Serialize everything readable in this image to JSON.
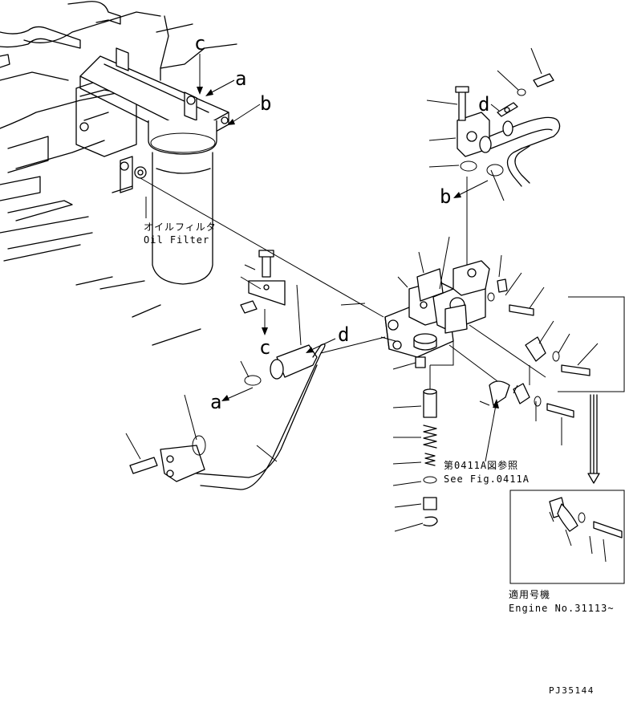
{
  "labels": {
    "a": "a",
    "b": "b",
    "c": "c",
    "d": "d"
  },
  "oil_filter": {
    "jp": "オイルフィルタ",
    "en": "Oil Filter"
  },
  "reference": {
    "jp": "第0411A図参照",
    "en": "See Fig.0411A"
  },
  "applicable": {
    "jp": "適用号機",
    "en": "Engine No.31113~"
  },
  "drawing_code": "PJ35144"
}
